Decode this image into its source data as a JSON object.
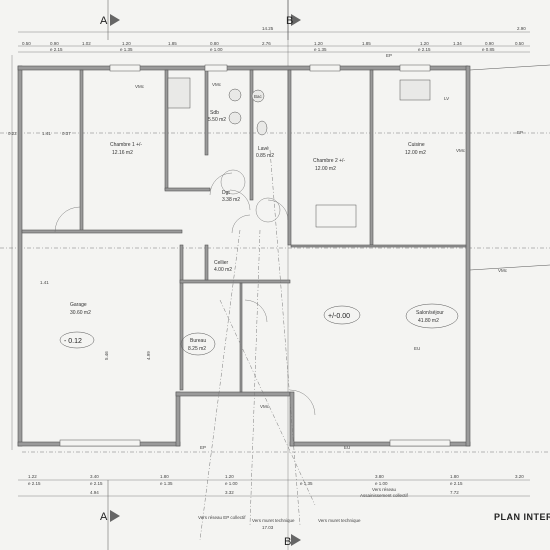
{
  "section_marks": {
    "a": "A",
    "b": "B"
  },
  "title": "PLAN INTERIE",
  "top_dims": {
    "total": "14.25",
    "right": "2.90",
    "row1": [
      "0.50",
      "0.90",
      "1.02",
      "1.20",
      "1.85",
      "0.80",
      "2.76",
      "1.20",
      "1.85",
      "1.20",
      "1.34",
      "0.90",
      "0.50"
    ],
    "row2": [
      "e 2.15",
      "e 1.35",
      "e 1.00",
      "e 1.35",
      "e 2.15",
      "e 0.85"
    ]
  },
  "bottom_dims": {
    "row1": [
      "1.22",
      "3.40",
      "1.80",
      "1.20",
      "3.80",
      "1.80",
      "3.20"
    ],
    "row2": [
      "4.94",
      "3.32",
      "7.72"
    ],
    "small": [
      "e 2.15",
      "e 2.15",
      "e 1.35",
      "e 1.00",
      "e 1.35",
      "e 1.00",
      "e 2.15"
    ]
  },
  "left_dims": [
    "0.22",
    "1.41",
    "0.37",
    "1.41",
    "5.46",
    "4.99"
  ],
  "rooms": {
    "chambre1": {
      "name": "Chambre 1 +/-",
      "area": "12.16 m2"
    },
    "chambre2": {
      "name": "Chambre 2 +/-",
      "area": "12.00 m2"
    },
    "cuisine": {
      "name": "Cuisine",
      "area": "12.00 m2"
    },
    "sdb": {
      "name": "Sdb",
      "area": "5.50 m2"
    },
    "dgt": {
      "name": "Dgt",
      "area": "3.38 m2"
    },
    "wc": {
      "name": "Lavé",
      "area": "0.85 m2"
    },
    "cellier": {
      "name": "Cellier",
      "area": "4.00 m2"
    },
    "garage": {
      "name": "Garage",
      "area": "30.60 m2"
    },
    "bureau": {
      "name": "Bureau",
      "area": "8.25 m2"
    },
    "sejour": {
      "name": "Salon/séjour",
      "area": "41.80 m2"
    }
  },
  "levels": {
    "garage": "- 0.12",
    "sejour": "+/-0.00"
  },
  "labels": {
    "ep": "EP",
    "eu": "EU",
    "vmc": "VMc",
    "lv": "LV",
    "bac": "Bac",
    "vers_reseau": "Vers réseau",
    "assainissement": "Assainissement collectif",
    "vers_ep": "Vers réseau EP collectif",
    "vers_muret_a": "Vers muret technique",
    "vers_muret_b": "Vers muret technique",
    "bottom_total": "17.03"
  }
}
